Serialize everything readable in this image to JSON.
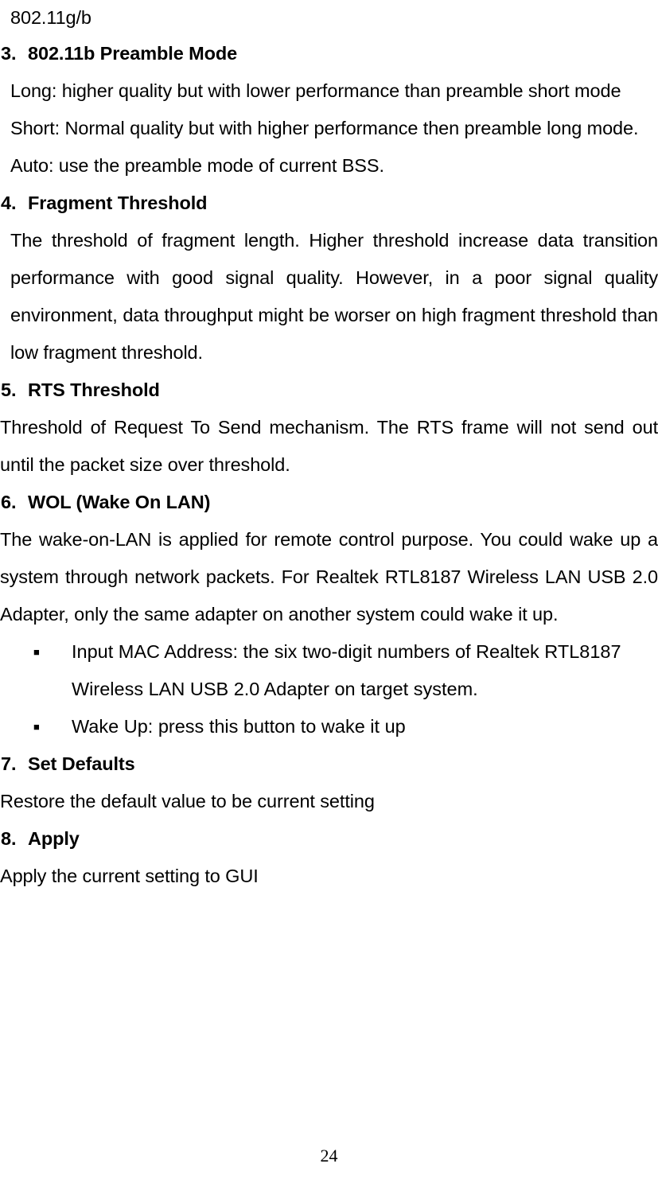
{
  "document": {
    "page_number": "24",
    "continuation_line": "802.11g/b"
  },
  "sections": [
    {
      "number": "3.",
      "title": "802.11b Preamble Mode",
      "paragraphs": [
        "Long: higher quality but with lower performance than preamble short mode",
        "Short: Normal quality but with higher performance then preamble long mode.",
        "Auto: use the preamble mode of current BSS."
      ]
    },
    {
      "number": "4.",
      "title": "Fragment Threshold",
      "paragraphs": [
        "The threshold of fragment length. Higher threshold increase data transition performance with good signal quality. However, in a poor signal quality environment, data throughput might be worser on high fragment threshold than low fragment threshold."
      ]
    },
    {
      "number": "5.",
      "title": "RTS Threshold",
      "paragraphs": [
        "Threshold of Request To Send mechanism. The RTS frame will not send out until the packet size over threshold."
      ]
    },
    {
      "number": "6.",
      "title": "WOL (Wake On LAN)",
      "paragraphs": [
        "The wake-on-LAN is applied for remote control purpose. You could wake up a system through network packets. For Realtek RTL8187 Wireless LAN USB 2.0 Adapter, only the same adapter on another system could wake it up."
      ],
      "bullets": [
        "Input MAC Address: the six two-digit numbers of Realtek RTL8187 Wireless LAN USB 2.0 Adapter on target system.",
        "Wake Up: press this button to wake it up"
      ]
    },
    {
      "number": "7.",
      "title": "Set Defaults",
      "paragraphs": [
        "Restore the default value to be current setting"
      ]
    },
    {
      "number": "8.",
      "title": "Apply",
      "paragraphs": [
        "Apply the current setting to GUI"
      ]
    }
  ],
  "icons": {
    "bullet": "■"
  }
}
